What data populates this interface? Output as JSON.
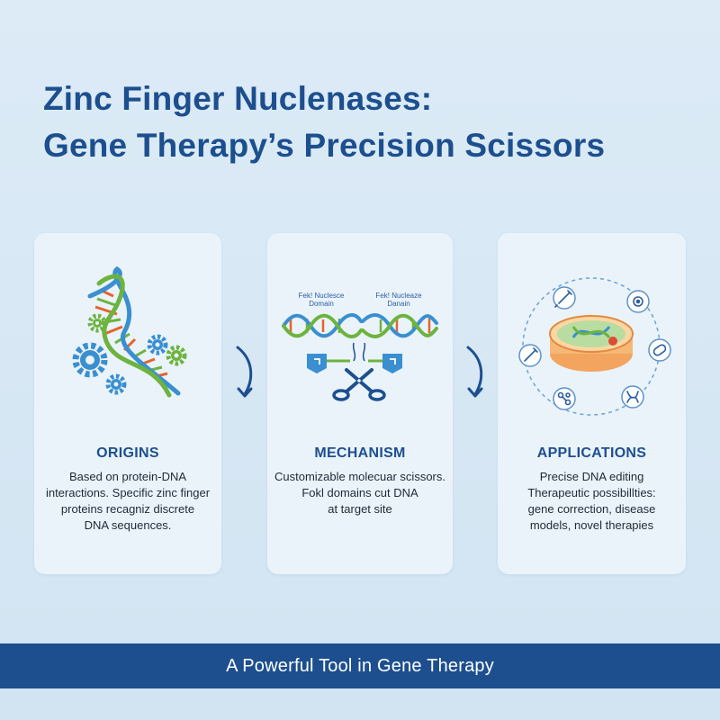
{
  "title": {
    "line1": "Zinc Finger Nuclenases:",
    "line2": "Gene Therapy’s Precision Scissors"
  },
  "cards": [
    {
      "heading": "ORIGINS",
      "body": [
        "Based on protein-DNA",
        "interactions. Specific zinc finger",
        "proteins recagniz discrete",
        "DNA sequences."
      ],
      "icons": [
        "dna-helix-icon",
        "gear-icon"
      ]
    },
    {
      "heading": "MECHANISM",
      "body": [
        "Customizable molecuar scissors.",
        "Fokl domains cut DNA",
        "at target site"
      ],
      "labels": [
        "Fek! Nuclesce",
        "Domain",
        "Fek! Nucleaze",
        "Danain"
      ],
      "icons": [
        "dna-helix-icon",
        "zinc-finger-protein-icon",
        "scissors-icon"
      ]
    },
    {
      "heading": "APPLICATIONS",
      "body": [
        "Precise DNA editing",
        "Therapeutic possibillties:",
        "gene correction, disease",
        "models, novel therapies"
      ],
      "icons": [
        "petri-dish-icon",
        "syringe-icon",
        "cell-icon",
        "pill-icon",
        "molecule-icon",
        "dna-strand-icon"
      ]
    }
  ],
  "footer": {
    "text": "A Powerful Tool in Gene Therapy"
  },
  "colors": {
    "primary": "#1d4f8f",
    "accent_blue": "#3a8fd0",
    "accent_green": "#6db33f",
    "background": "#d6e8f4",
    "card": "#eaf3fa"
  }
}
